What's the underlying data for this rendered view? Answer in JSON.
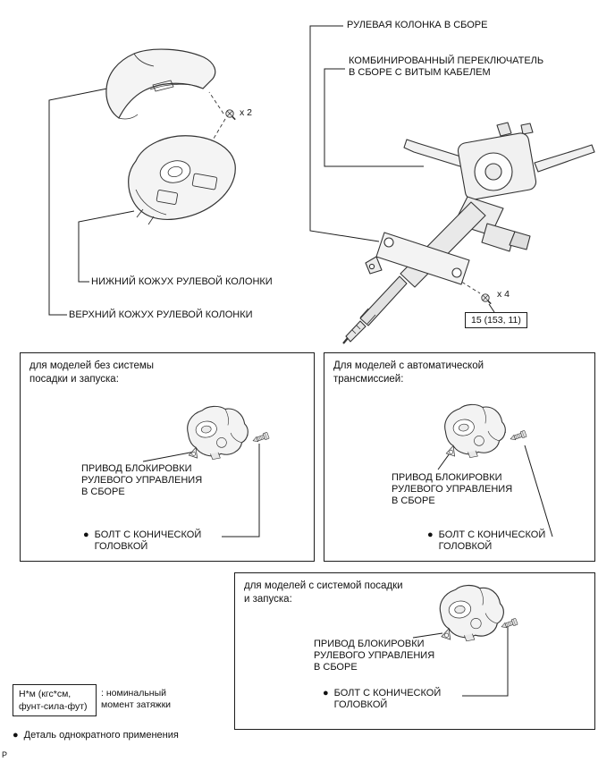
{
  "page": {
    "corner_mark": "P",
    "bullet": "●"
  },
  "callouts": {
    "steering_column": "РУЛЕВАЯ КОЛОНКА В СБОРЕ",
    "combination_switch": "КОМБИНИРОВАННЫЙ ПЕРЕКЛЮЧАТЕЛЬ\nВ СБОРЕ С ВИТЫМ КАБЕЛЕМ",
    "lower_cover": "НИЖНИЙ КОЖУХ РУЛЕВОЙ КОЛОНКИ",
    "upper_cover": "ВЕРХНИЙ КОЖУХ РУЛЕВОЙ КОЛОНКИ",
    "screw_count": "x 2",
    "bolt_count": "x 4",
    "torque_spec": "15 (153, 11)"
  },
  "variant_boxes": [
    {
      "title": "для моделей без системы\nпосадки и запуска:",
      "actuator_label": "ПРИВОД БЛОКИРОВКИ\nРУЛЕВОГО УПРАВЛЕНИЯ\nВ СБОРЕ",
      "bolt_label": "БОЛТ С КОНИЧЕСКОЙ\nГОЛОВКОЙ"
    },
    {
      "title": "Для моделей с автоматической\nтрансмиссией:",
      "actuator_label": "ПРИВОД БЛОКИРОВКИ\nРУЛЕВОГО УПРАВЛЕНИЯ\nВ СБОРЕ",
      "bolt_label": "БОЛТ С КОНИЧЕСКОЙ\nГОЛОВКОЙ"
    },
    {
      "title": "для моделей с системой посадки\nи запуска:",
      "actuator_label": "ПРИВОД БЛОКИРОВКИ\nРУЛЕВОГО УПРАВЛЕНИЯ\nВ СБОРЕ",
      "bolt_label": "БОЛТ С КОНИЧЕСКОЙ\nГОЛОВКОЙ"
    }
  ],
  "legend": {
    "torque_units": "Н*м (кгс*см,\nфунт-сила-фут)",
    "torque_meaning": ": номинальный\nмомент затяжки",
    "non_reusable": "Деталь однократного применения"
  }
}
